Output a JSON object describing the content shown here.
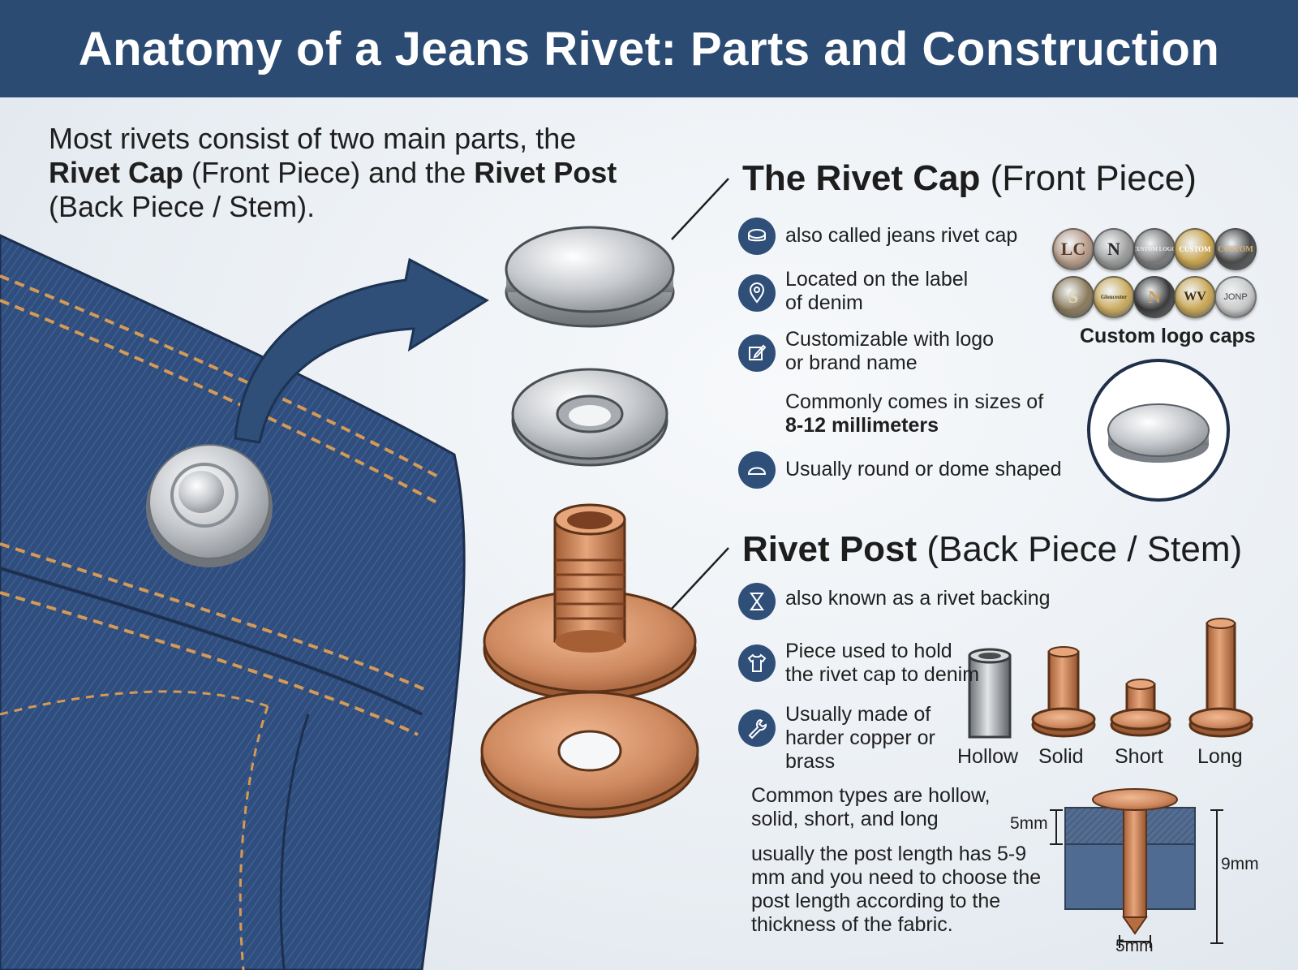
{
  "header": {
    "title": "Anatomy of a Jeans Rivet: Parts and Construction"
  },
  "intro": {
    "part1": "Most rivets consist of two main parts, the ",
    "cap_bold": "Rivet Cap",
    "part2": " (Front Piece) and the ",
    "post_bold": "Rivet Post",
    "part3": " (Back Piece / Stem)."
  },
  "cap_section": {
    "title_bold": "The Rivet Cap",
    "title_rest": " (Front Piece)",
    "features": [
      {
        "icon": "cap-outline-icon",
        "text": "also called jeans rivet cap"
      },
      {
        "icon": "location-pin-icon",
        "line1": "Located on the label",
        "line2": "of denim"
      },
      {
        "icon": "edit-pencil-icon",
        "line1": "Customizable with logo",
        "line2": "or brand name"
      },
      {
        "line1": "Commonly comes in sizes of",
        "line2_bold": "8-12 millimeters"
      },
      {
        "icon": "dome-icon",
        "text": "Usually round or dome shaped"
      }
    ],
    "logo_caps_label": "Custom logo caps",
    "logo_caps": [
      {
        "text": "LC",
        "color": "#b79a86"
      },
      {
        "text": "N",
        "color": "#9a9a9a"
      },
      {
        "text": "CUSTOM LOGO",
        "color": "#7a7a7a"
      },
      {
        "text": "CUSTOM",
        "color": "#c8a24a"
      },
      {
        "text": "CUSTOM",
        "color": "#4a4a4a"
      },
      {
        "text": "S",
        "color": "#8a7a5a"
      },
      {
        "text": "Gloucester",
        "color": "#c9a95a"
      },
      {
        "text": "N",
        "color": "#3a3a3a"
      },
      {
        "text": "WV",
        "color": "#c9a550"
      },
      {
        "text": "JONP",
        "color": "#c8c8c8"
      }
    ]
  },
  "post_section": {
    "title_bold": "Rivet Post",
    "title_rest": " (Back Piece / Stem)",
    "features": [
      {
        "icon": "hourglass-icon",
        "text": "also known as a rivet backing"
      },
      {
        "icon": "shirt-icon",
        "line1": "Piece used to hold",
        "line2": "the rivet cap to denim"
      },
      {
        "icon": "wrench-icon",
        "line1": "Usually made of",
        "line2": "harder copper or",
        "line3": "brass"
      }
    ],
    "types_text": {
      "line1": "Common types are hollow,",
      "line2": "solid, short, and long"
    },
    "length_text": {
      "line1": "usually the post length has 5-9",
      "line2": "mm and you need to choose the",
      "line3": "post length according to the",
      "line4": "thickness of the fabric."
    },
    "post_types": [
      "Hollow",
      "Solid",
      "Short",
      "Long"
    ],
    "dimensions": {
      "top": "5mm",
      "total": "9mm",
      "bottom": "5mm"
    }
  },
  "colors": {
    "header": "#2b4b73",
    "icon_bg": "#2f4f78",
    "copper": "#c9825a",
    "denim": "#2e4a78"
  }
}
